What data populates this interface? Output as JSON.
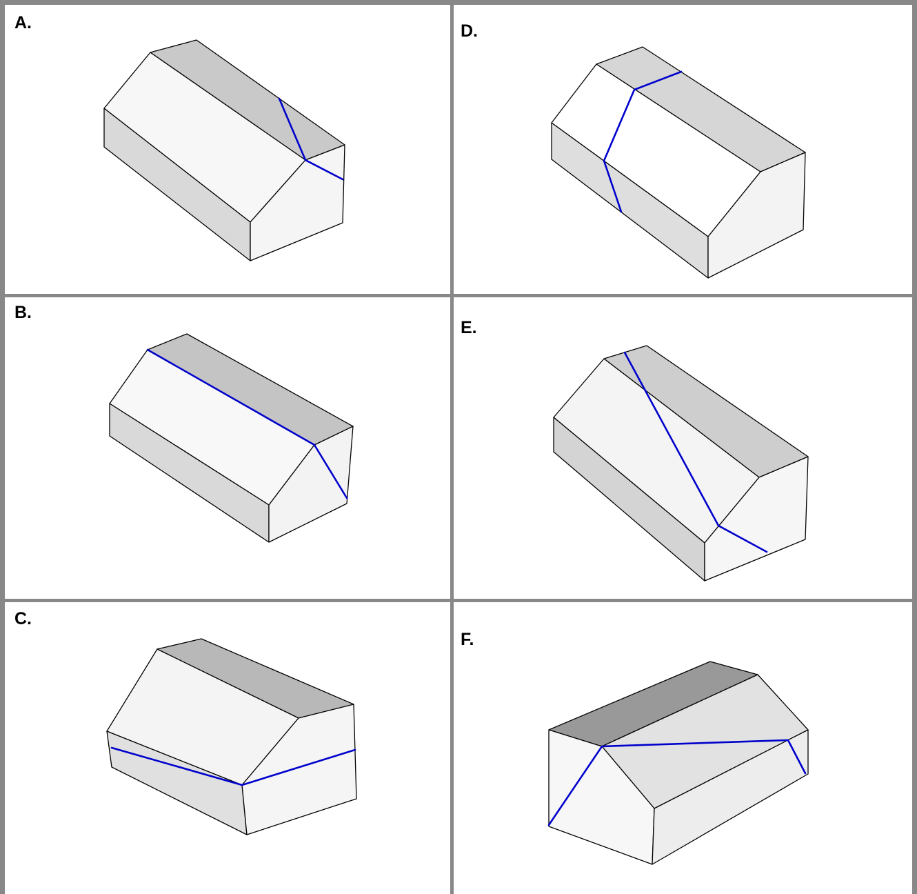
{
  "colors": {
    "grid_border": "#888888",
    "cut_line": "#0000cc",
    "edge": "#000000",
    "face_light": "#f5f5f5",
    "face_mid": "#dcdcdc",
    "face_dark": "#b4b4b4"
  },
  "panels": [
    {
      "id": "A",
      "label": "A."
    },
    {
      "id": "B",
      "label": "B."
    },
    {
      "id": "C",
      "label": "C."
    },
    {
      "id": "D",
      "label": "D."
    },
    {
      "id": "E",
      "label": "E."
    },
    {
      "id": "F",
      "label": "F."
    }
  ]
}
